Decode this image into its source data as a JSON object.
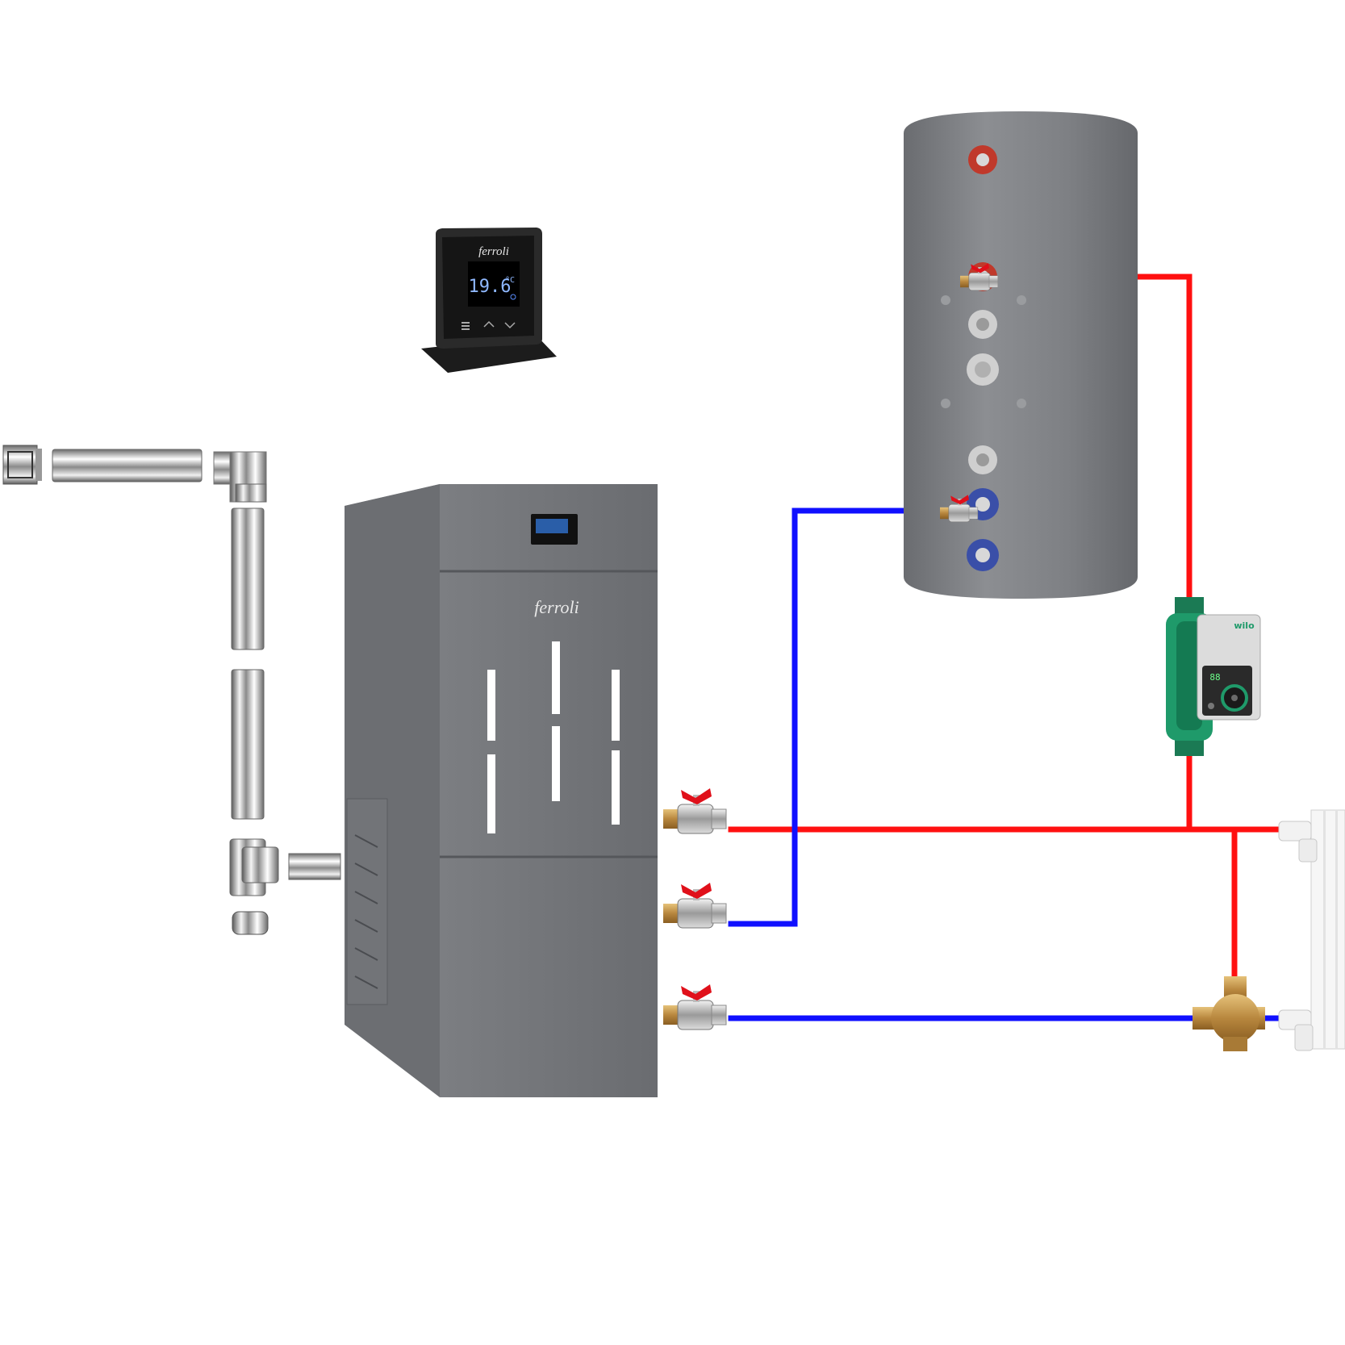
{
  "thermostat": {
    "brand": "ferroli",
    "temperature": "19.6",
    "unit": "°C"
  },
  "boiler": {
    "brand": "ferroli"
  },
  "pump": {
    "brand": "wilo",
    "display": "88"
  },
  "colors": {
    "hot_pipe": "#ff1010",
    "cold_pipe": "#1010ff",
    "boiler_body": "#77797d",
    "tank_body": "#808285",
    "valve_handle": "#e0101a",
    "brass": "#c49a56",
    "pump_green": "#1f9a6a"
  }
}
